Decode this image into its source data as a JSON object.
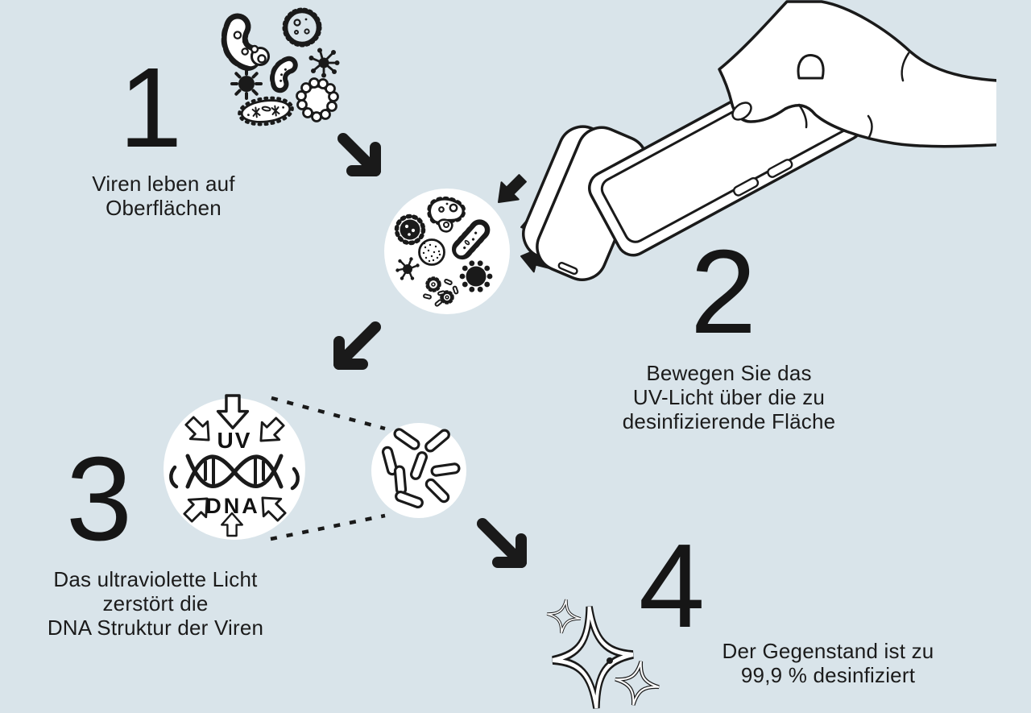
{
  "title": "UV-Desinfektions-Infografik",
  "colors": {
    "background": "#d9e4ea",
    "ink": "#1a1a1a",
    "white": "#ffffff"
  },
  "steps": [
    {
      "number": "1",
      "lines": [
        "Viren leben auf",
        "Oberflächen"
      ]
    },
    {
      "number": "2",
      "lines": [
        "Bewegen Sie das",
        "UV-Licht über die zu",
        "desinfizierende Fläche"
      ]
    },
    {
      "number": "3",
      "lines": [
        "Das ultraviolette Licht",
        "zerstört die",
        "DNA Struktur der Viren"
      ]
    },
    {
      "number": "4",
      "lines": [
        "Der Gegenstand ist zu",
        "99,9 % desinfiziert"
      ]
    }
  ],
  "uv_circle": {
    "uv_label": "UV",
    "dna_label": "DNA"
  },
  "icons": {
    "cluster": "bacteria-virus-cluster",
    "surface_circle": "virus-surface-circle",
    "device": "hand-holding-uv-smartphone",
    "rays": "uv-ray-arrows",
    "uv_dna": "uv-destroys-dna-circle",
    "rod_circle": "rod-bacteria-circle",
    "sparkles": "clean-sparkles"
  }
}
